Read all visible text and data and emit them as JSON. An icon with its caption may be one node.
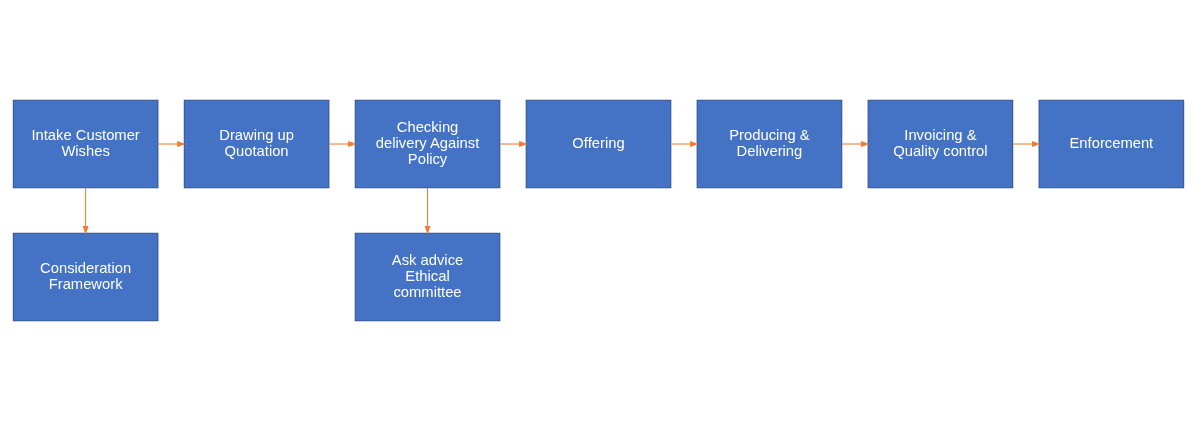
{
  "diagram": {
    "nodes": [
      {
        "text": [
          "Consideration Framework"
        ]
      },
      {
        "text": [
          "Intake Customer Wishes"
        ]
      },
      {
        "text": [
          "Drawing up Quotation"
        ]
      },
      {
        "text": [
          "Checking delivery Against Policy"
        ]
      },
      {
        "text": [
          "Offering"
        ]
      },
      {
        "text": [
          "Producing & Delivering"
        ]
      },
      {
        "text": [
          "Invoicing & Quality control"
        ]
      },
      {
        "text": [
          "Enforcement"
        ]
      },
      {
        "text": [
          "Ask advice Ethical committee"
        ]
      }
    ],
    "edges": [
      {
        "from": 1,
        "to": 0,
        "arrow": "to"
      },
      {
        "from": 1,
        "to": 2,
        "arrow": "to"
      },
      {
        "from": 2,
        "to": 3,
        "arrow": "to"
      },
      {
        "from": 3,
        "to": 4,
        "arrow": "to"
      },
      {
        "from": 4,
        "to": 5,
        "arrow": "to"
      },
      {
        "from": 5,
        "to": 6,
        "arrow": "to"
      },
      {
        "from": 6,
        "to": 7,
        "arrow": "to"
      },
      {
        "from": 3,
        "to": 8,
        "arrow": "to"
      }
    ]
  }
}
